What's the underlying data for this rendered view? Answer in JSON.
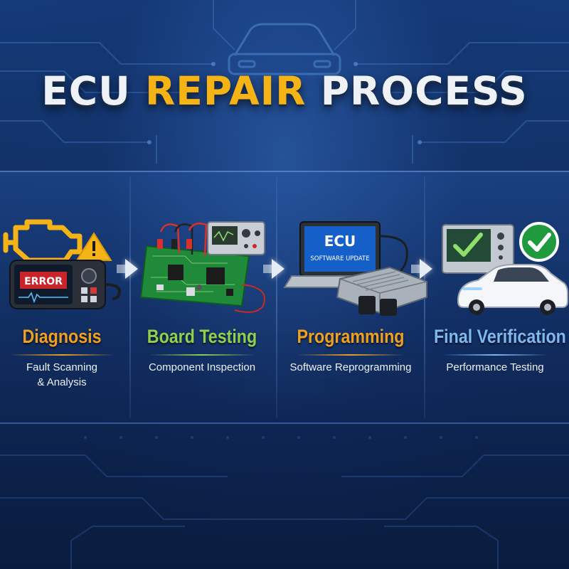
{
  "title": {
    "part1": "ECU",
    "part2": "REPAIR",
    "part3": "PROCESS"
  },
  "colors": {
    "background": "#0c2246",
    "title_accent": "#f5b316",
    "title_main": "#eef2f7",
    "diagnosis": "#f0a020",
    "board_testing": "#8fd14f",
    "programming": "#f0a020",
    "final_verification": "#7fb8f0"
  },
  "steps": [
    {
      "title": "Diagnosis",
      "subtitle": "Fault Scanning\n& Analysis",
      "icon": "obd-scanner-icon"
    },
    {
      "title": "Board Testing",
      "subtitle": "Component Inspection",
      "icon": "circuit-board-icon"
    },
    {
      "title": "Programming",
      "subtitle": "Software Reprogramming",
      "icon": "laptop-ecu-icon"
    },
    {
      "title": "Final Verification",
      "subtitle": "Performance Testing",
      "icon": "verified-car-icon"
    }
  ],
  "scanner_screen_text": "ERROR",
  "laptop_screen": {
    "line1": "ECU",
    "line2": "SOFTWARE UPDATE"
  }
}
